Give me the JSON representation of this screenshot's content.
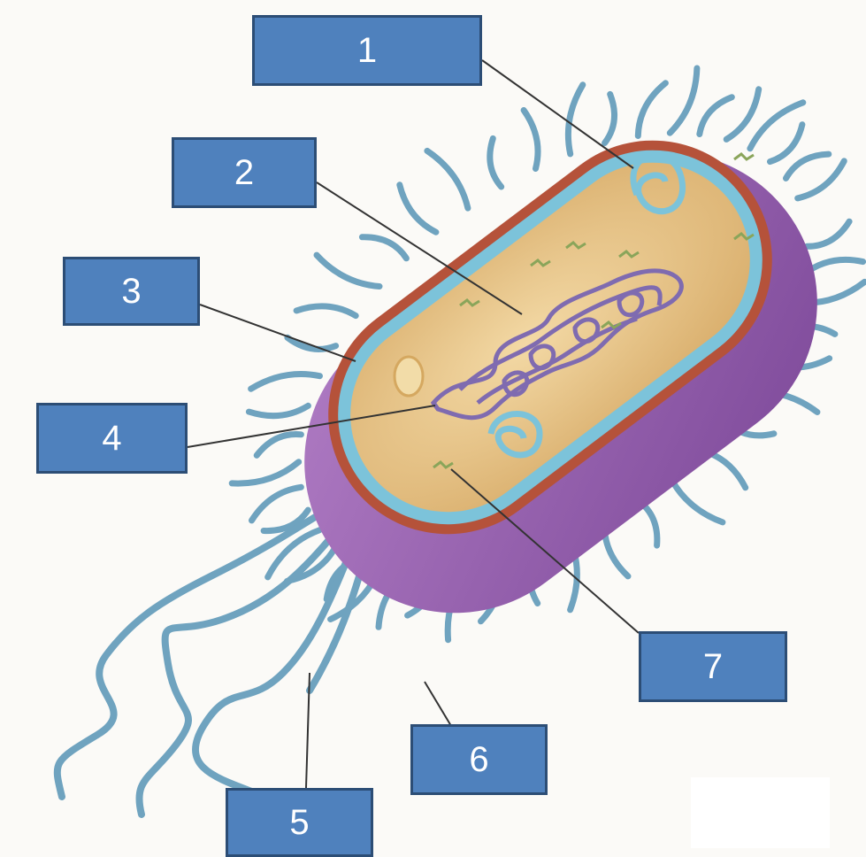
{
  "labels": [
    "1",
    "2",
    "3",
    "4",
    "5",
    "6",
    "7"
  ],
  "colors": {
    "label_fill": "#4f81bd",
    "label_border": "#2c4d75",
    "label_text": "#ffffff",
    "capsule": "#9b62b0",
    "cell_wall": "#b5523a",
    "membrane": "#7cc3da",
    "cytoplasm": "#e7c48c",
    "dna": "#7f6bb0",
    "pili": "#7fb0c9",
    "leader_line": "#333333"
  },
  "icons": [
    "pili-strand-icon",
    "flagellum-icon",
    "nucleoid-icon",
    "plasmid-icon",
    "ribosome-icon"
  ]
}
